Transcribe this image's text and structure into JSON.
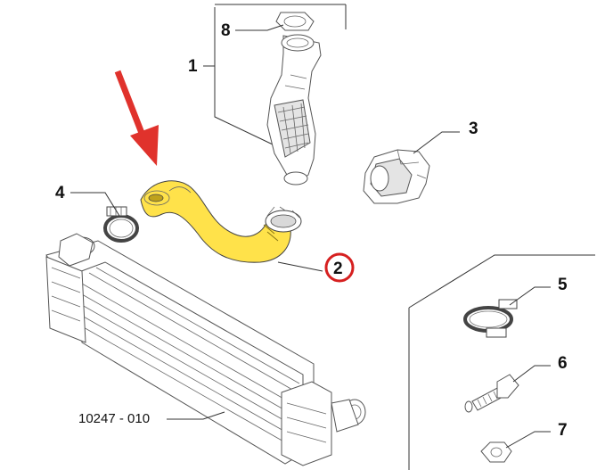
{
  "colors": {
    "highlight_part": "#ffe24a",
    "arrow": "#e0322c",
    "selected_ring": "#d62020"
  },
  "callouts": {
    "hose_label": "2",
    "duct_label": "1",
    "duct_gasket_label": "8",
    "elbow_label": "3",
    "clamp_label": "4",
    "small_clamp_label": "5",
    "bolt_label": "6",
    "nut_label": "7"
  },
  "reference_code": "10247 - 010",
  "selected_part": "2"
}
